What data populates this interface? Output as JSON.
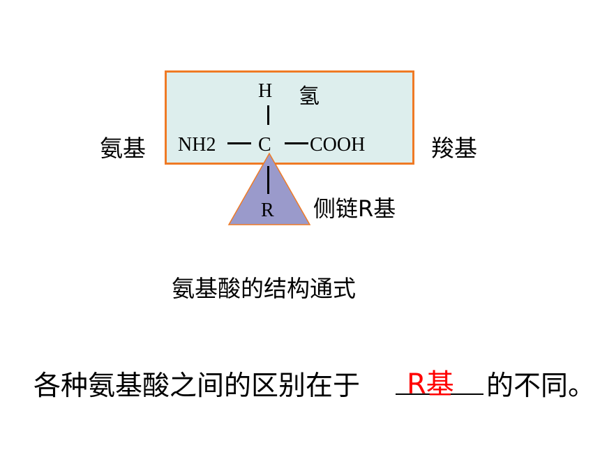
{
  "formula": {
    "h": "H",
    "c": "C",
    "r": "R",
    "nh2": "NH2",
    "cooh": "COOH"
  },
  "labels": {
    "hydrogen": "氢",
    "amino": "氨基",
    "carboxyl": "羧基",
    "side_chain": "侧链R基"
  },
  "caption": "氨基酸的结构通式",
  "sentence": {
    "prefix": "各种氨基酸之间的区别在于",
    "answer": "R基",
    "suffix": "的不同。"
  },
  "colors": {
    "box_fill": "#ddeeed",
    "box_border": "#ef7a25",
    "triangle_fill": "#9a9acb",
    "triangle_border": "#ef7a25",
    "answer": "#ff0000"
  }
}
